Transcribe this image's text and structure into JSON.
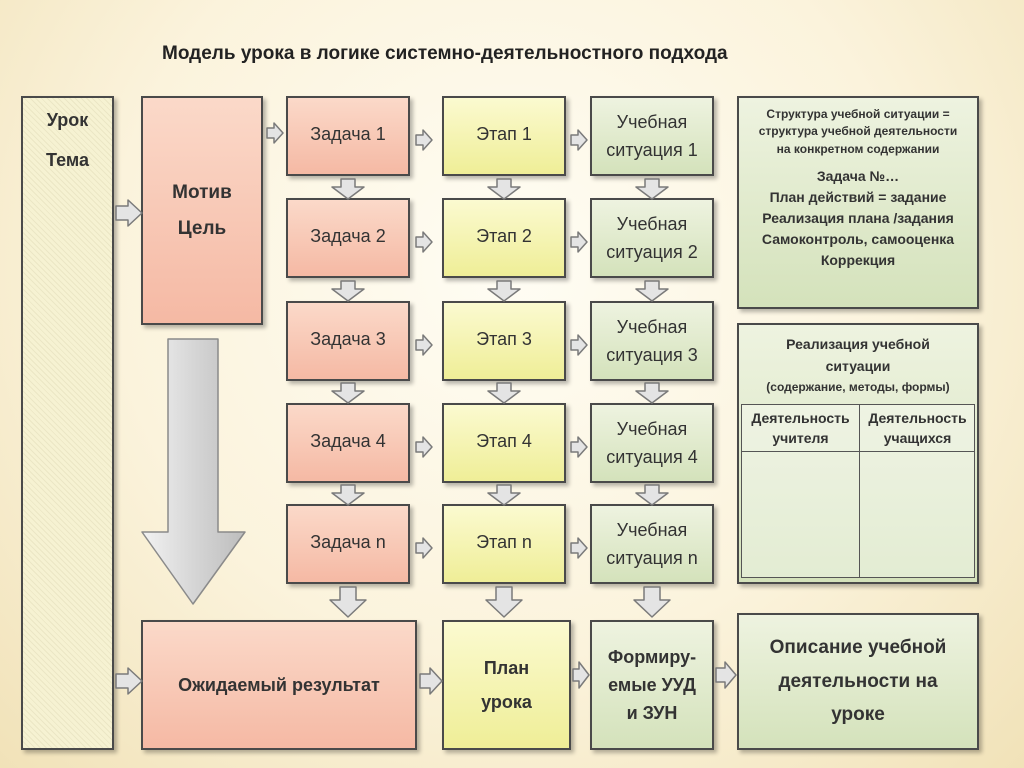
{
  "title": "Модель урока  в логике системно-деятельностного подхода",
  "left": {
    "line1": "Урок",
    "line2": "Тема"
  },
  "motiv": {
    "line1": "Мотив",
    "line2": "Цель"
  },
  "zadachi": [
    "Задача 1",
    "Задача 2",
    "Задача 3",
    "Задача 4",
    "Задача n"
  ],
  "etapy": [
    "Этап 1",
    "Этап 2",
    "Этап 3",
    "Этап 4",
    "Этап n"
  ],
  "situations": [
    {
      "l1": "Учебная",
      "l2": "ситуация 1"
    },
    {
      "l1": "Учебная",
      "l2": "ситуация 2"
    },
    {
      "l1": "Учебная",
      "l2": "ситуация 3"
    },
    {
      "l1": "Учебная",
      "l2": "ситуация 4"
    },
    {
      "l1": "Учебная",
      "l2": "ситуация n"
    }
  ],
  "structure": {
    "lines": [
      "Структура учебной ситуации =",
      "структура учебной деятельности",
      "на конкретном содержании"
    ],
    "items": [
      "Задача №…",
      "План действий = задание",
      "Реализация плана /задания",
      "Самоконтроль, самооценка",
      "Коррекция"
    ]
  },
  "realization": {
    "line1": "Реализация учебной",
    "line2": "ситуации",
    "line3": "(содержание, методы, формы)",
    "col1": {
      "l1": "Деятельность",
      "l2": "учителя"
    },
    "col2": {
      "l1": "Деятельность",
      "l2": "учащихся"
    }
  },
  "bottom": {
    "result": "Ожидаемый результат",
    "plan": {
      "l1": "План",
      "l2": "урока"
    },
    "uud": {
      "l1": "Формиру-",
      "l2": "емые УУД",
      "l3": "и ЗУН"
    },
    "desc": {
      "l1": "Описание учебной",
      "l2": "деятельности на",
      "l3": "уроке"
    }
  },
  "colors": {
    "salmon": "#f5b9a4",
    "yellow": "#efee97",
    "green": "#d4e2bb",
    "border": "#4a4a4a"
  }
}
